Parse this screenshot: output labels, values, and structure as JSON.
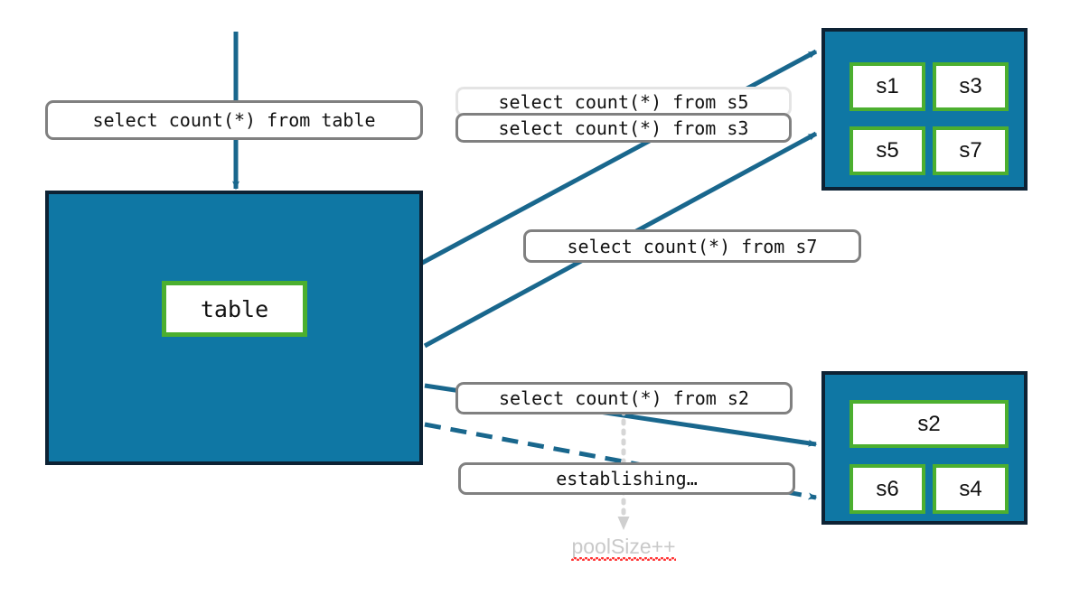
{
  "diagram": {
    "title": "connection-pool-query-routing",
    "colors": {
      "pool_fill": "#0f77a4",
      "pool_border": "#0d2234",
      "server_border": "#4caf2f",
      "arrow": "#19678d",
      "chip_border": "#808080",
      "chip_border_light": "#e4e4e4",
      "muted_text": "#c9c9c9",
      "spell_error": "#ff2d2d"
    }
  },
  "client": {
    "table_node_label": "table",
    "incoming_query": "select count(*) from table"
  },
  "queries": {
    "s5": "select count(*) from s5",
    "s3": "select count(*) from s3",
    "s7": "select count(*) from s7",
    "s2": "select count(*) from s2",
    "establishing": "establishing…"
  },
  "pools": [
    {
      "name": "pool-top",
      "servers": [
        {
          "id": "s1",
          "label": "s1"
        },
        {
          "id": "s3",
          "label": "s3"
        },
        {
          "id": "s5",
          "label": "s5"
        },
        {
          "id": "s7",
          "label": "s7"
        }
      ]
    },
    {
      "name": "pool-bottom",
      "servers": [
        {
          "id": "s2",
          "label": "s2"
        },
        {
          "id": "s6",
          "label": "s6"
        },
        {
          "id": "s4",
          "label": "s4"
        }
      ]
    }
  ],
  "annotations": {
    "pool_size": "poolSize++"
  }
}
